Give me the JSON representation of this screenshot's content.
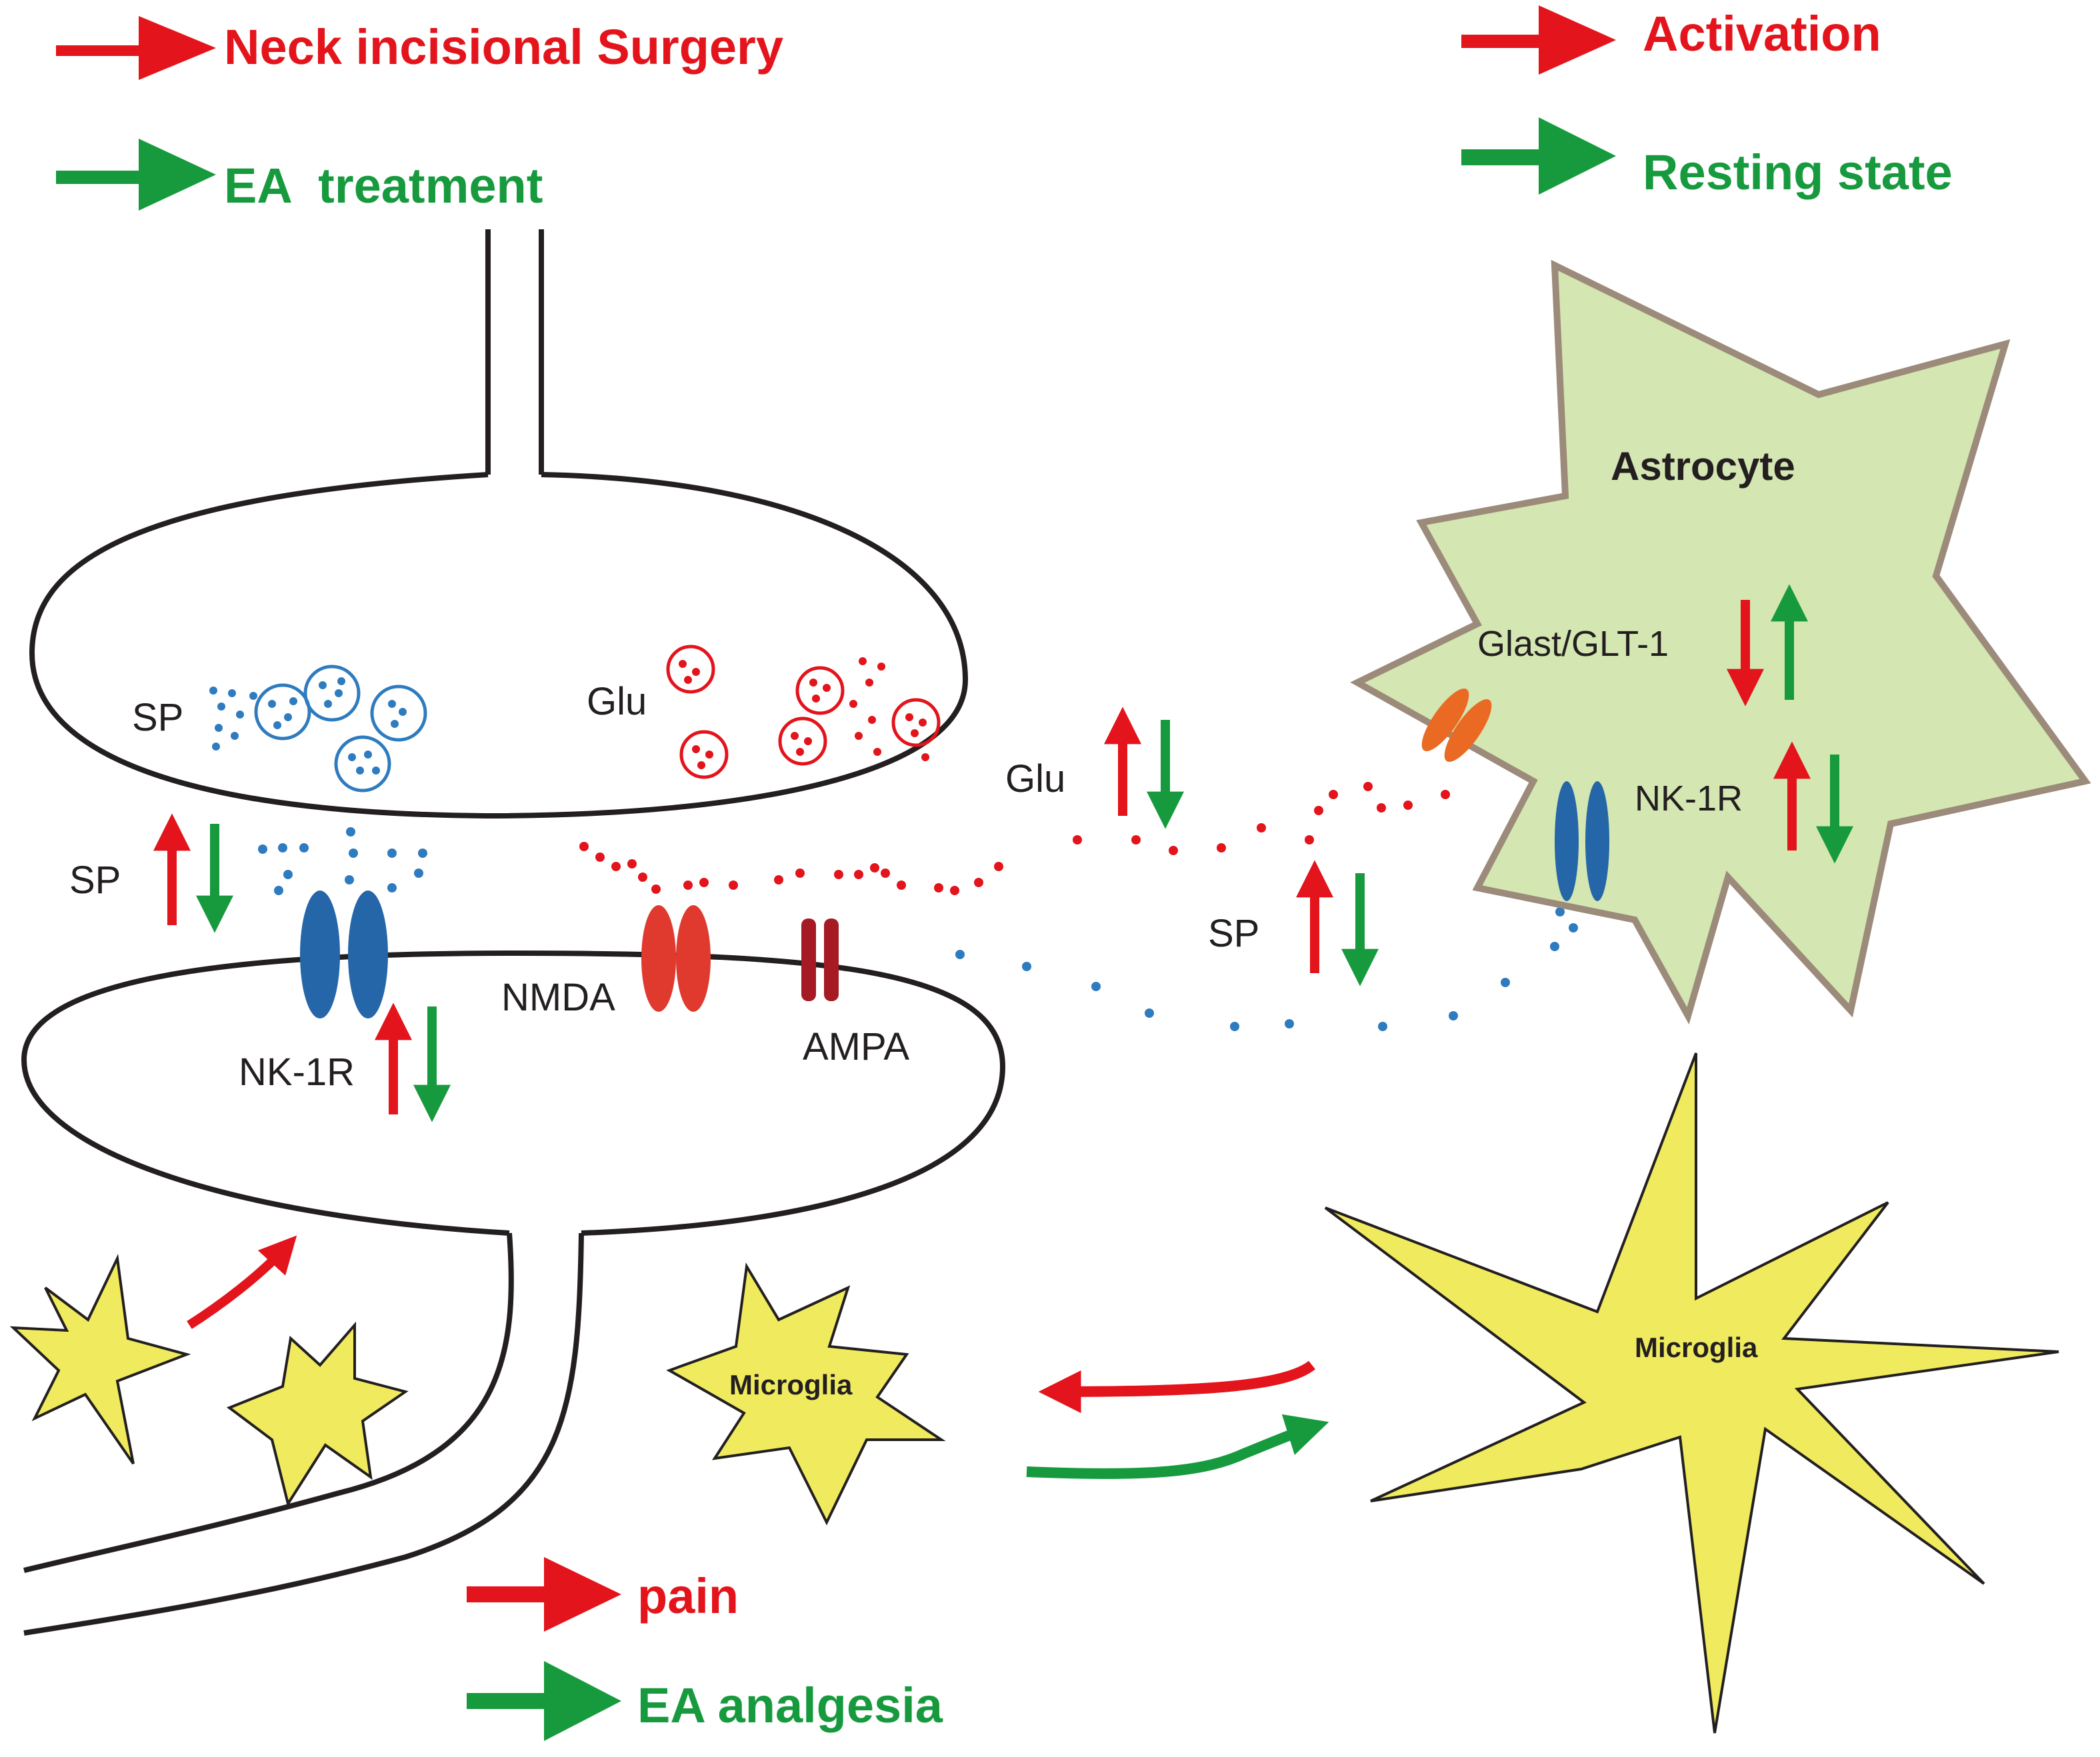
{
  "legend_top_left": {
    "surgery_label": "Neck incisional Surgery",
    "ea_label": "EA  treatment"
  },
  "legend_top_right": {
    "activation_label": "Activation",
    "resting_label": "Resting state"
  },
  "legend_bottom": {
    "pain_label": "pain",
    "analgesia_label": "EA analgesia"
  },
  "labels": {
    "sp_vesicle": "SP",
    "glu_vesicle": "Glu",
    "sp_cleft": "SP",
    "nk1r_post": "NK-1R",
    "nmda": "NMDA",
    "ampa": "AMPA",
    "glu_middle": "Glu",
    "sp_middle": "SP",
    "astrocyte": "Astrocyte",
    "glast": "Glast/GLT-1",
    "nk1r_astro": "NK-1R",
    "microglia_small": "Microglia",
    "microglia_large": "Microglia"
  },
  "colors": {
    "red": "#e3141b",
    "green": "#179a3e",
    "blue": "#2f7bbf",
    "dark_red": "#a61a24",
    "orange": "#ea6a24",
    "astro_fill": "#d4e6b1",
    "astro_stroke": "#9c8b7a",
    "microglia_fill": "#f0eb5e"
  }
}
